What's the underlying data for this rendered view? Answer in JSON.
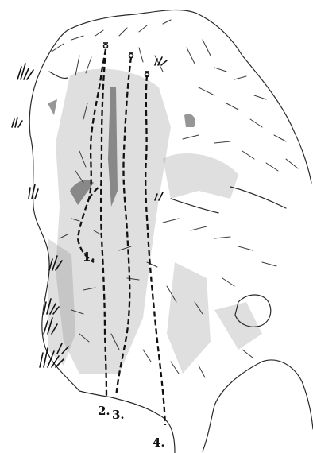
{
  "routes": [
    {
      "number": "1."
    },
    {
      "number": "2."
    },
    {
      "number": "3."
    },
    {
      "number": "4."
    }
  ],
  "colors": {
    "ink": "#111111",
    "shading": "#6e6e6e",
    "background": "#ffffff"
  }
}
